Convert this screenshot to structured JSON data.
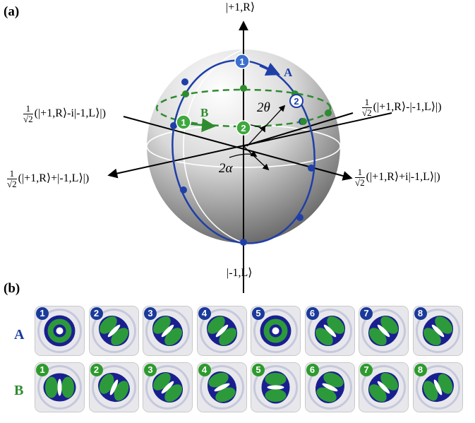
{
  "panel_a_label": "(a)",
  "panel_b_label": "(b)",
  "axis_labels": {
    "top": "|+1,R⟩",
    "bottom": "|-1,L⟩",
    "left_upper_frac": "1",
    "left_upper_den": "√2",
    "left_upper": "(|+1,R⟩-i|-1,L⟩|)",
    "left_lower_frac": "1",
    "left_lower_den": "√2",
    "left_lower": "(|+1,R⟩+|-1,L⟩|)",
    "right_upper_frac": "1",
    "right_upper_den": "√2",
    "right_upper": "(|+1,R⟩-|-1,L⟩|)",
    "right_lower_frac": "1",
    "right_lower_den": "√2",
    "right_lower": "(|+1,R⟩+i|-1,L⟩|)"
  },
  "sphere": {
    "path_A_label": "A",
    "path_B_label": "B",
    "theta_label": "2θ",
    "alpha_label": "2α",
    "marker_A1": "1",
    "marker_A2": "2",
    "marker_B1": "1",
    "marker_B2": "2"
  },
  "colors": {
    "path_A": "#1f3fa8",
    "path_B": "#2e8b2e",
    "badge_A": "#1a3a9a",
    "badge_B": "#2e9a2e"
  },
  "row_A_label": "A",
  "row_B_label": "B",
  "row_A": [
    {
      "n": "1",
      "pattern": "donut",
      "angle": 0
    },
    {
      "n": "2",
      "pattern": "lobes",
      "angle": 45
    },
    {
      "n": "3",
      "pattern": "lobes",
      "angle": 45
    },
    {
      "n": "4",
      "pattern": "lobes",
      "angle": 45
    },
    {
      "n": "5",
      "pattern": "donut",
      "angle": 0
    },
    {
      "n": "6",
      "pattern": "lobes",
      "angle": -45
    },
    {
      "n": "7",
      "pattern": "lobes",
      "angle": -45
    },
    {
      "n": "8",
      "pattern": "lobes",
      "angle": -45
    }
  ],
  "row_B": [
    {
      "n": "1",
      "pattern": "lobes",
      "angle": 0
    },
    {
      "n": "2",
      "pattern": "lobes",
      "angle": 25
    },
    {
      "n": "3",
      "pattern": "lobes",
      "angle": 45
    },
    {
      "n": "4",
      "pattern": "lobes",
      "angle": 65
    },
    {
      "n": "5",
      "pattern": "lobes",
      "angle": 90
    },
    {
      "n": "6",
      "pattern": "lobes",
      "angle": 115
    },
    {
      "n": "7",
      "pattern": "lobes",
      "angle": 135
    },
    {
      "n": "8",
      "pattern": "lobes",
      "angle": 155
    }
  ]
}
